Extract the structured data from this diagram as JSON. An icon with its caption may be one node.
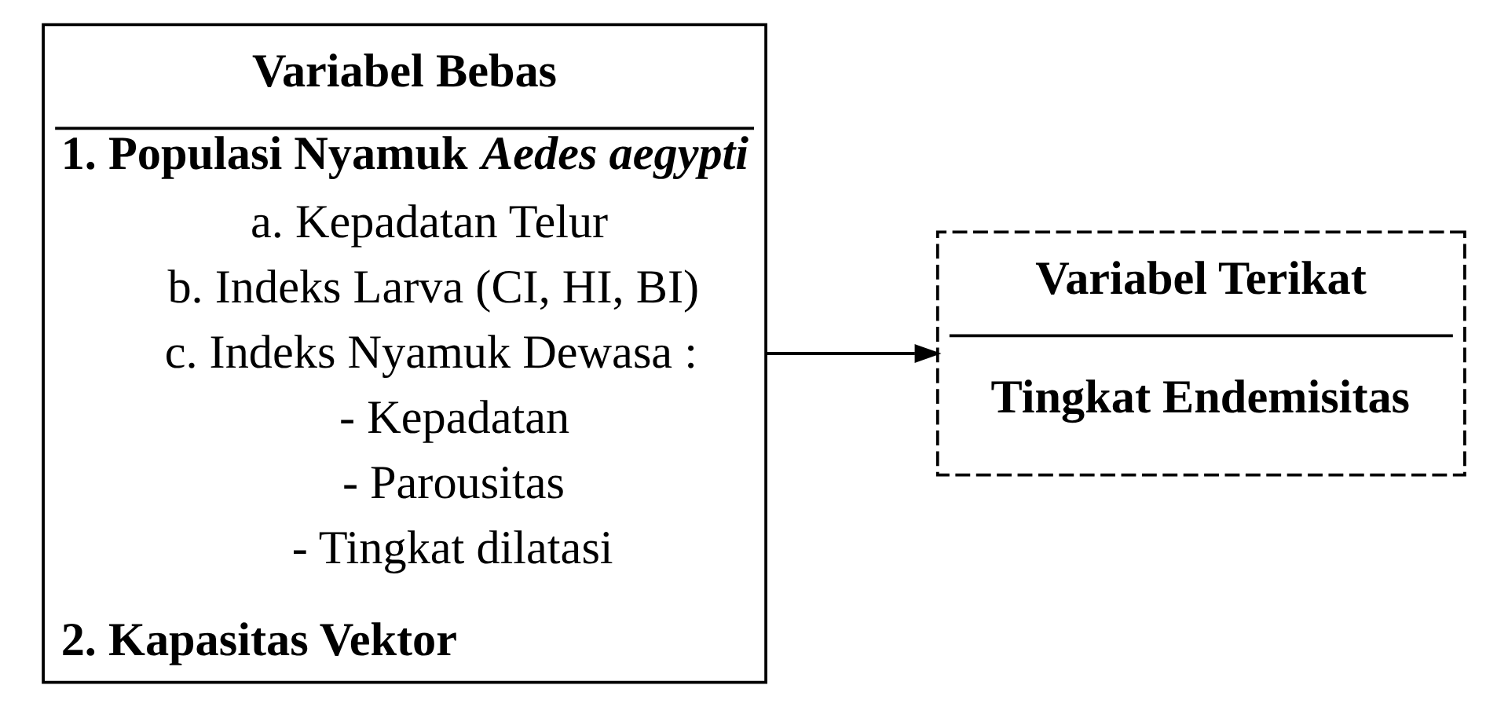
{
  "diagram": {
    "nodes": [
      {
        "text": [
          "Variabel Bebas",
          "1. Populasi Nyamuk *Aedes aegypti*",
          "a. Kepadatan Telur",
          "b. Indeks Larva (CI, HI, BI)",
          "c. Indeks Nyamuk Dewasa :",
          "- Kepadatan",
          "- Parousitas",
          "- Tingkat dilatasi",
          "2. Kapasitas Vektor"
        ]
      },
      {
        "text": [
          "Variabel Terikat",
          "Tingkat Endemisitas"
        ]
      }
    ],
    "edges": [
      {
        "from": 0,
        "to": 1,
        "arrow": "to"
      }
    ]
  }
}
